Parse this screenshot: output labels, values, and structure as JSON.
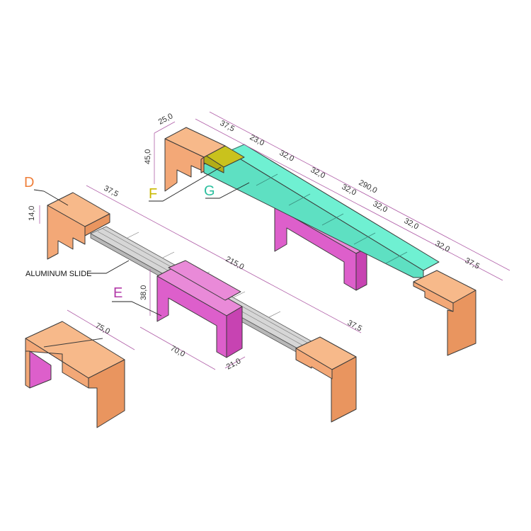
{
  "callouts": {
    "d": "D",
    "e": "E",
    "f": "F",
    "g": "G",
    "slide": "ALUMINUM SLIDE"
  },
  "dimensions": {
    "top_depth": "25,0",
    "top_height": "45,0",
    "top_end_left": "37,5",
    "top_f": "23,0",
    "top_g1": "32,0",
    "top_g2": "32,0",
    "top_g3": "32,0",
    "top_g4": "32,0",
    "top_g5": "32,0",
    "top_g6": "32,0",
    "top_total": "290,0",
    "top_end_right": "37,5",
    "mid_height": "14,0",
    "mid_end_left": "37,5",
    "mid_total": "215,0",
    "mid_end_right": "37,5",
    "leg_height": "38,0",
    "leg_length": "70,0",
    "leg_width": "21,0",
    "closed_length": "75,0"
  },
  "colors": {
    "wood_top": "#f7b98a",
    "wood_front": "#f3a877",
    "wood_side": "#e9955f",
    "magenta_top": "#e98ad8",
    "magenta_front": "#dd5fcb",
    "magenta_side": "#c743b2",
    "cyan": "#6ff0d2",
    "olive": "#c9c21d",
    "slide": "#cfcfcf",
    "dim_line": "#b05fa8",
    "label_d": "#ef7f3a",
    "label_e": "#b23aa8",
    "label_f": "#c9b800",
    "label_g": "#2bbf9e"
  }
}
